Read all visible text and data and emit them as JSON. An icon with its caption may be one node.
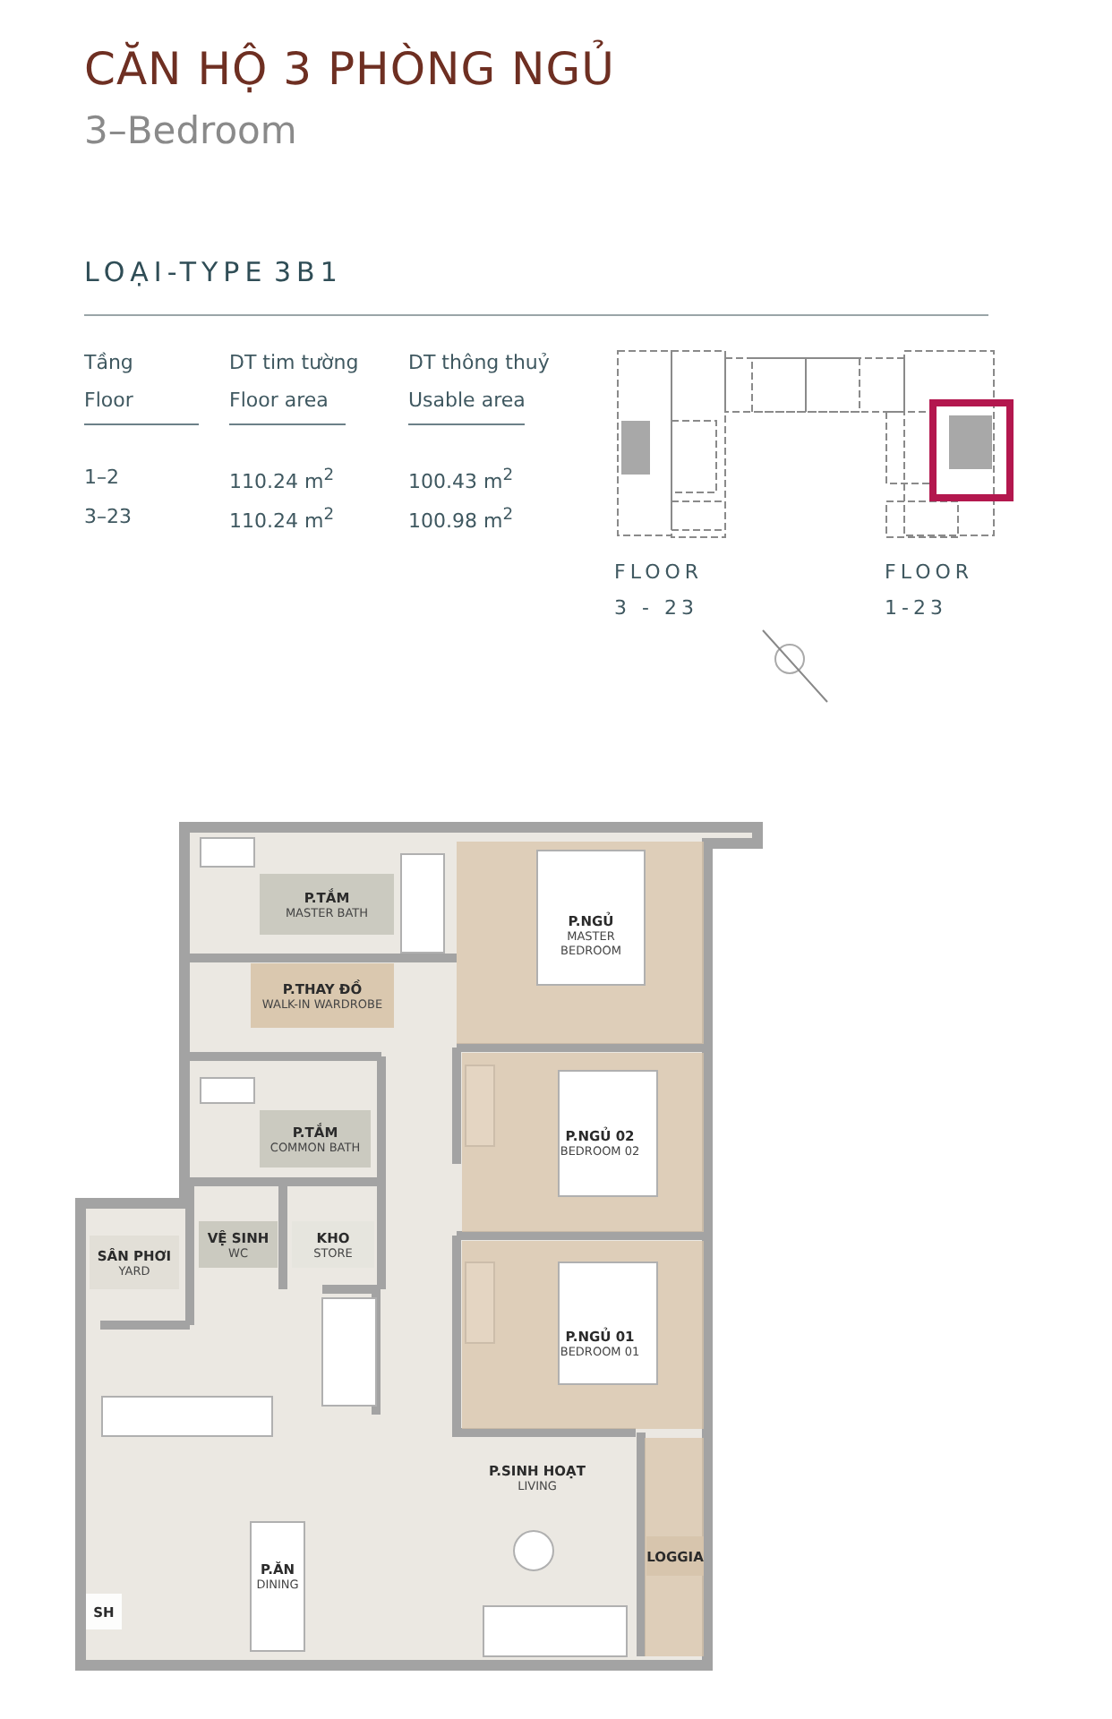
{
  "diagram": {
    "title": "CĂN HỘ 3 PHÒNG NGỦ",
    "nodes": [
      {
        "text": [
          "P.TẮM",
          "MASTER BATH"
        ]
      },
      {
        "text": [
          "P.NGỦ",
          "MASTER BEDROOM"
        ]
      },
      {
        "text": [
          "P.THAY ĐỒ",
          "WALK-IN WARDROBE"
        ]
      },
      {
        "text": [
          "P.TẮM",
          "COMMON BATH"
        ]
      },
      {
        "text": [
          "P.NGỦ 02",
          "BEDROOM 02"
        ]
      },
      {
        "text": [
          "VỆ SINH",
          "WC"
        ]
      },
      {
        "text": [
          "KHO",
          "STORE"
        ]
      },
      {
        "text": [
          "SÂN PHƠI",
          "YARD"
        ]
      },
      {
        "text": [
          "P.NGỦ 01",
          "BEDROOM 01"
        ]
      },
      {
        "text": [
          "P.SINH HOẠT",
          "LIVING"
        ]
      },
      {
        "text": [
          "LOGGIA"
        ]
      },
      {
        "text": [
          "P.ĂN",
          "DINING"
        ]
      },
      {
        "text": [
          "SH"
        ]
      }
    ],
    "edges": [],
    "labels": [
      "3–Bedroom",
      "LOẠI-TYPE",
      "3B1",
      "Tầng",
      "DT tim tường",
      "DT thông thuỷ",
      "Floor",
      "Floor area",
      "Usable area",
      "1–2",
      "110.24 m$^{2}$",
      "100.43 m$^{2}$",
      "3–23",
      "110.24 m$^{2}$",
      "100.98 m$^{2}$",
      "FLOOR",
      "3 - 23",
      "FLOOR",
      "1-23"
    ]
  }
}
